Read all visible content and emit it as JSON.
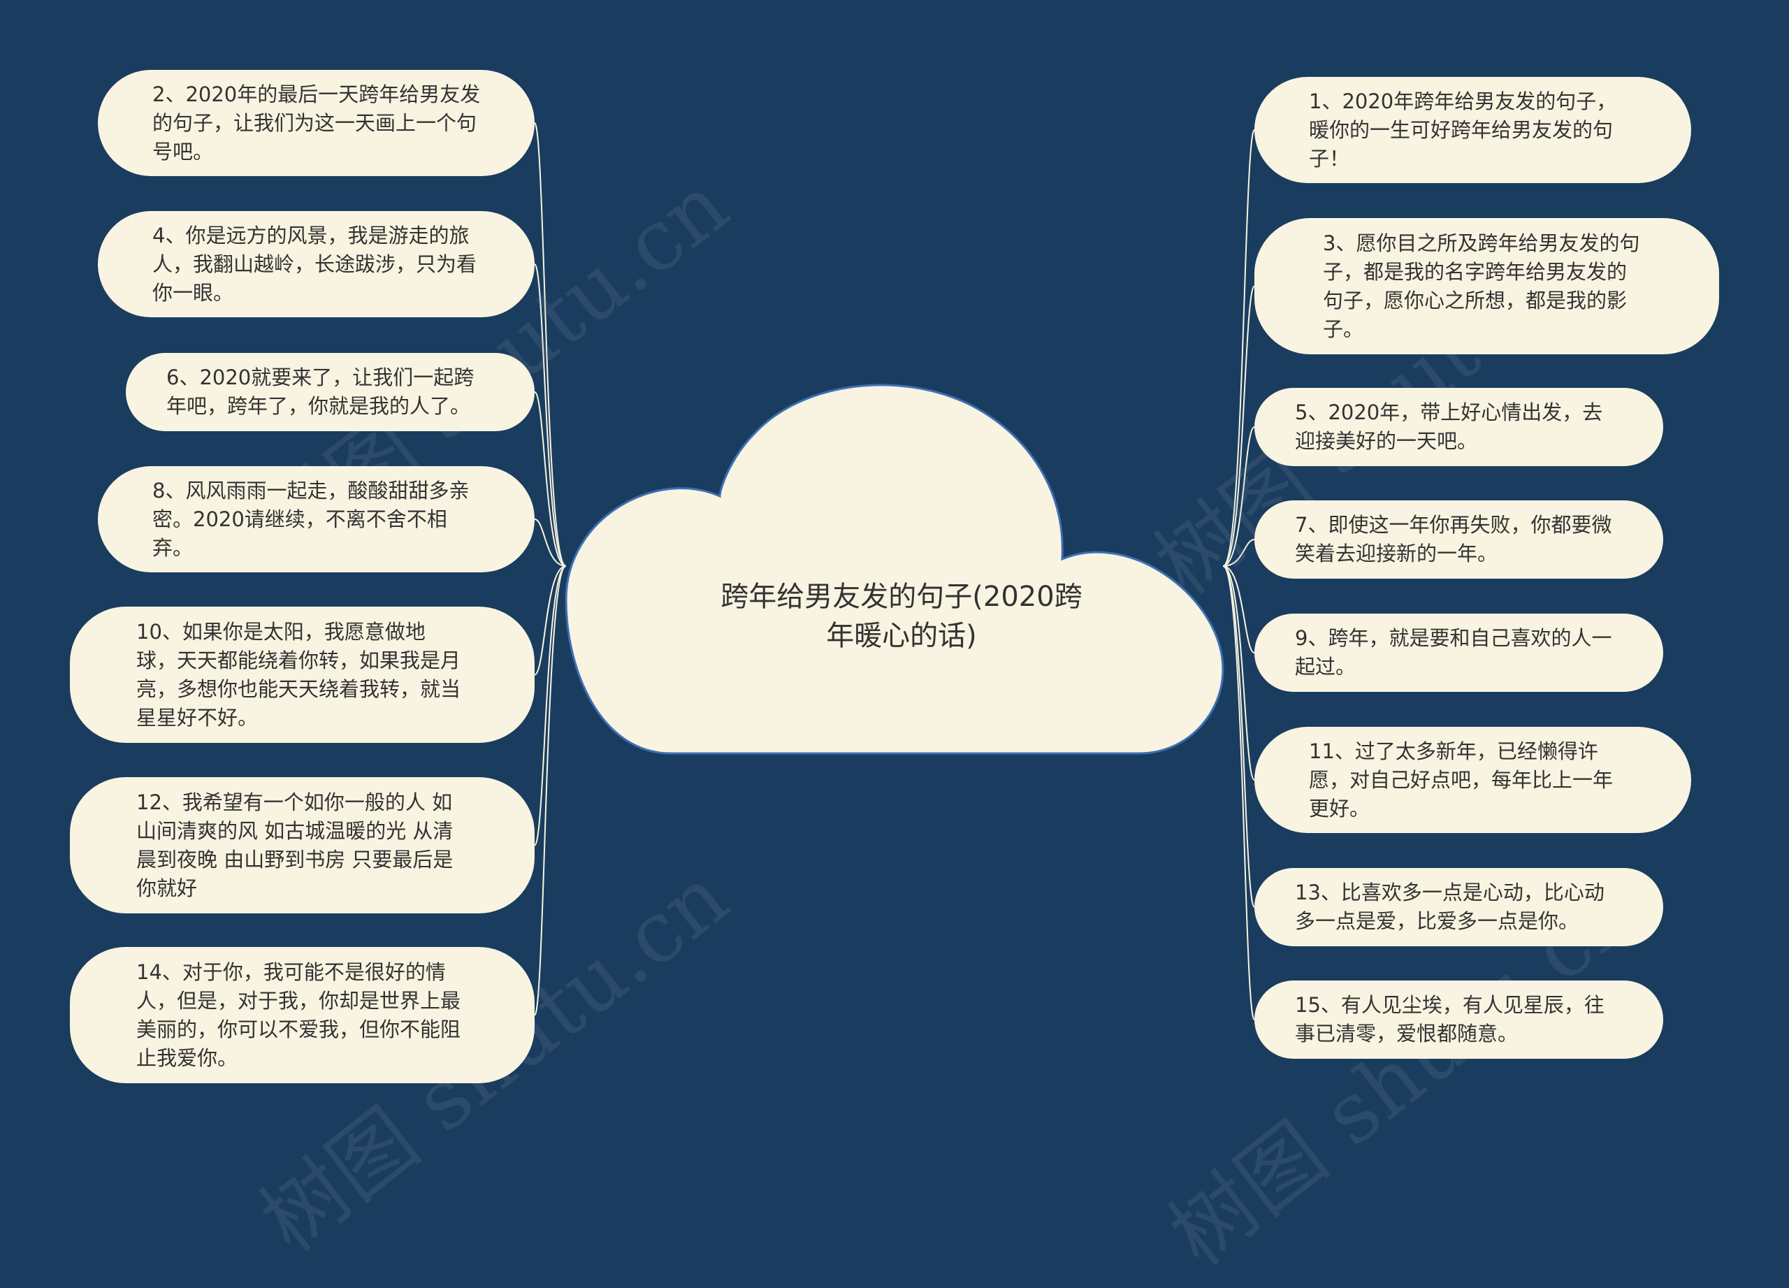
{
  "center": {
    "title": "跨年给男友发的句子(2020跨年暖心的话)"
  },
  "watermark": "树图 shutu.cn",
  "left_nodes": [
    {
      "text": "2、2020年的最后一天跨年给男友发的句子，让我们为这一天画上一个句号吧。"
    },
    {
      "text": "4、你是远方的风景，我是游走的旅人，我翻山越岭，长途跋涉，只为看你一眼。"
    },
    {
      "text": "6、2020就要来了，让我们一起跨年吧，跨年了，你就是我的人了。"
    },
    {
      "text": "8、风风雨雨一起走，酸酸甜甜多亲密。2020请继续，不离不舍不相弃。"
    },
    {
      "text": "10、如果你是太阳，我愿意做地球，天天都能绕着你转，如果我是月亮，多想你也能天天绕着我转，就当星星好不好。"
    },
    {
      "text": "12、我希望有一个如你一般的人 如山间清爽的风 如古城温暖的光 从清晨到夜晚 由山野到书房 只要最后是你就好"
    },
    {
      "text": "14、对于你，我可能不是很好的情人，但是，对于我，你却是世界上最美丽的，你可以不爱我，但你不能阻止我爱你。"
    }
  ],
  "right_nodes": [
    {
      "text": "1、2020年跨年给男友发的句子，暖你的一生可好跨年给男友发的句子！"
    },
    {
      "text": "3、愿你目之所及跨年给男友发的句子，都是我的名字跨年给男友发的句子，愿你心之所想，都是我的影子。"
    },
    {
      "text": "5、2020年，带上好心情出发，去迎接美好的一天吧。"
    },
    {
      "text": "7、即使这一年你再失败，你都要微笑着去迎接新的一年。"
    },
    {
      "text": "9、跨年，就是要和自己喜欢的人一起过。"
    },
    {
      "text": "11、过了太多新年，已经懒得许愿，对自己好点吧，每年比上一年更好。"
    },
    {
      "text": "13、比喜欢多一点是心动，比心动多一点是爱，比爱多一点是你。"
    },
    {
      "text": "15、有人见尘埃，有人见星辰，往事已清零，爱恨都随意。"
    }
  ],
  "colors": {
    "background": "#1a3c5f",
    "node_fill": "#f8f4e1",
    "connector": "#f8f4e1",
    "cloud_outline": "#3d6fb5",
    "text": "#333333"
  }
}
